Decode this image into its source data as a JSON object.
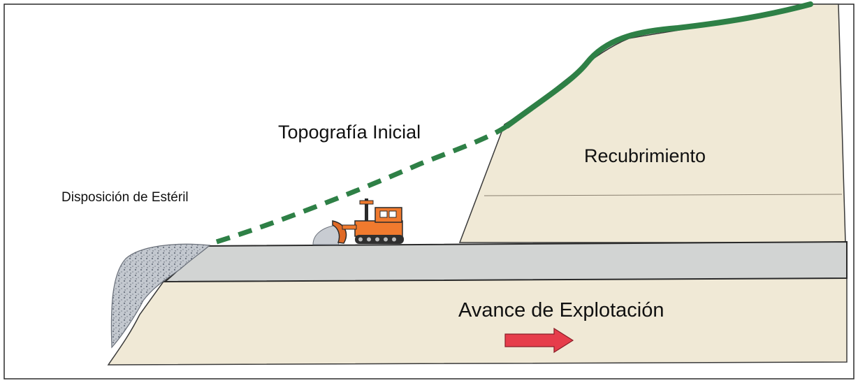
{
  "labels": {
    "initial_topography": "Topografía Inicial",
    "overburden": "Recubrimiento",
    "waste_disposal": "Disposición de Estéril",
    "mining_advance": "Avance de Explotación"
  },
  "colors": {
    "rock": "#f0e9d6",
    "seam": "#d2d4d3",
    "topography": "#2e8046",
    "arrow": "#e63d4b",
    "dozer": "#f07a2e",
    "waste": "#b8bdc4"
  },
  "icons": {
    "dozer": "bulldozer-icon",
    "arrow": "arrow-right-icon"
  }
}
